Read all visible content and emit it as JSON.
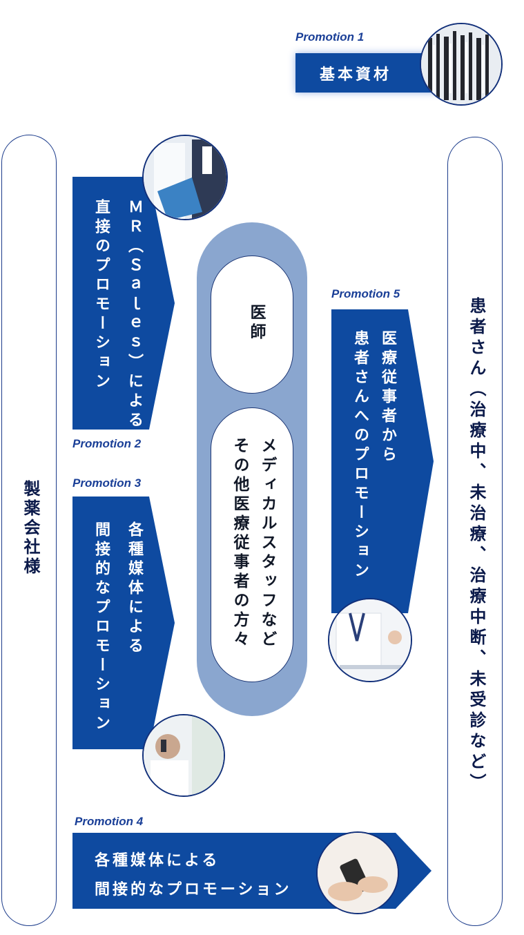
{
  "left_pillar": {
    "label": "製薬会社様"
  },
  "right_pillar": {
    "label": "患者さん（治療中、未治療、治療中断、未受診など）"
  },
  "promotions": [
    {
      "tag": "Promotion 1",
      "text": "基本資材"
    },
    {
      "tag": "Promotion 2",
      "line1": "ＭＲ（Ｓａｌｅｓ）による",
      "line2": "直接のプロモーション"
    },
    {
      "tag": "Promotion 3",
      "line1": "各種媒体による",
      "line2": "間接的なプロモーション"
    },
    {
      "tag": "Promotion 4",
      "line1": "各種媒体による",
      "line2": "間接的なプロモーション"
    },
    {
      "tag": "Promotion 5",
      "line1": "医療従事者から",
      "line2": "患者さんへのプロモーション"
    }
  ],
  "center": {
    "doctor": "医師",
    "line1": "メディカルスタッフなど",
    "line2": "その他医療従事者の方々"
  },
  "colors": {
    "navy": "#0e4aa0",
    "light_blue": "#8aa6cf",
    "dark_border": "#1a3a8a"
  },
  "icons": [
    "books-photo",
    "business-meeting-photo",
    "woman-phone-photo",
    "smartphone-hands-photo",
    "doctor-consult-photo"
  ]
}
